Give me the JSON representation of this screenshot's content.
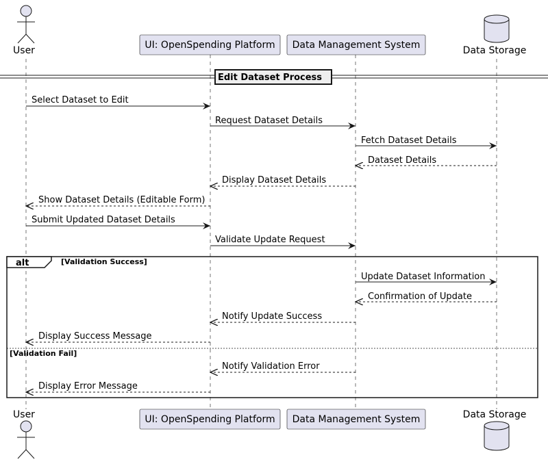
{
  "participants": [
    {
      "id": "user",
      "name": "User",
      "kind": "actor"
    },
    {
      "id": "ui",
      "name": "UI: OpenSpending Platform",
      "kind": "box"
    },
    {
      "id": "dms",
      "name": "Data Management System",
      "kind": "box"
    },
    {
      "id": "storage",
      "name": "Data Storage",
      "kind": "database"
    }
  ],
  "divider": {
    "title": "Edit Dataset Process"
  },
  "alt": {
    "keyword": "alt",
    "success_guard": "[Validation Success]",
    "fail_guard": "[Validation Fail]"
  },
  "messages": [
    {
      "from": "user",
      "to": "ui",
      "text": "Select Dataset to Edit",
      "style": "sync"
    },
    {
      "from": "ui",
      "to": "dms",
      "text": "Request Dataset Details",
      "style": "sync"
    },
    {
      "from": "dms",
      "to": "storage",
      "text": "Fetch Dataset Details",
      "style": "sync"
    },
    {
      "from": "storage",
      "to": "dms",
      "text": "Dataset Details",
      "style": "reply"
    },
    {
      "from": "dms",
      "to": "ui",
      "text": "Display Dataset Details",
      "style": "reply"
    },
    {
      "from": "ui",
      "to": "user",
      "text": "Show Dataset Details (Editable Form)",
      "style": "reply"
    },
    {
      "from": "user",
      "to": "ui",
      "text": "Submit Updated Dataset Details",
      "style": "sync"
    },
    {
      "from": "ui",
      "to": "dms",
      "text": "Validate Update Request",
      "style": "sync"
    },
    {
      "from": "dms",
      "to": "storage",
      "text": "Update Dataset Information",
      "style": "sync"
    },
    {
      "from": "storage",
      "to": "dms",
      "text": "Confirmation of Update",
      "style": "reply"
    },
    {
      "from": "dms",
      "to": "ui",
      "text": "Notify Update Success",
      "style": "reply"
    },
    {
      "from": "ui",
      "to": "user",
      "text": "Display Success Message",
      "style": "reply"
    },
    {
      "from": "dms",
      "to": "ui",
      "text": "Notify Validation Error",
      "style": "reply"
    },
    {
      "from": "ui",
      "to": "user",
      "text": "Display Error Message",
      "style": "reply"
    }
  ],
  "colors": {
    "participant_fill": "#e2e2f0",
    "participant_border": "#181818",
    "lifeline": "#181818",
    "arrow": "#181818",
    "divider_fill": "#eeeeee"
  }
}
